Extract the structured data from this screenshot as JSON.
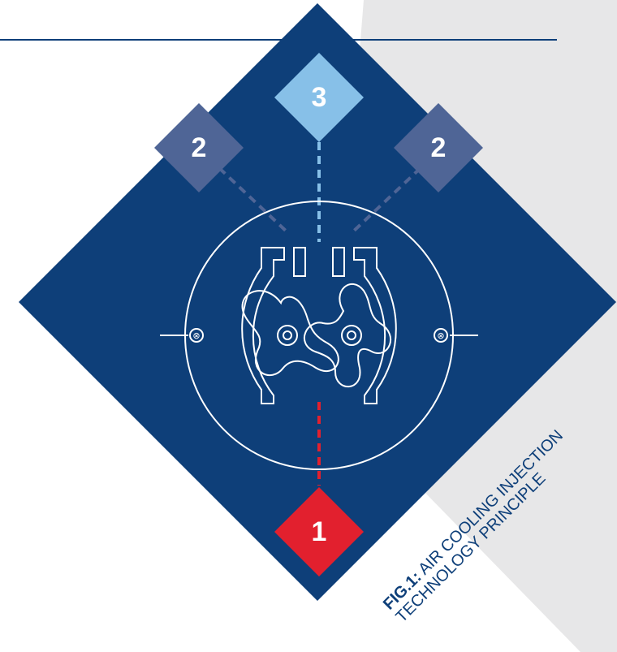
{
  "badges": {
    "top": "3",
    "left": "2",
    "right": "2",
    "bottom": "1"
  },
  "caption": {
    "label": "FIG.1:",
    "line1": " AIR COOLING INJECTION",
    "line2": "TECHNOLOGY PRINCIPLE"
  },
  "colors": {
    "navy": "#0e3f79",
    "mid_blue": "#4f6596",
    "light_blue": "#87c0e8",
    "red": "#e2202e",
    "grey": "#e7e7e8",
    "line": "#ffffff"
  }
}
